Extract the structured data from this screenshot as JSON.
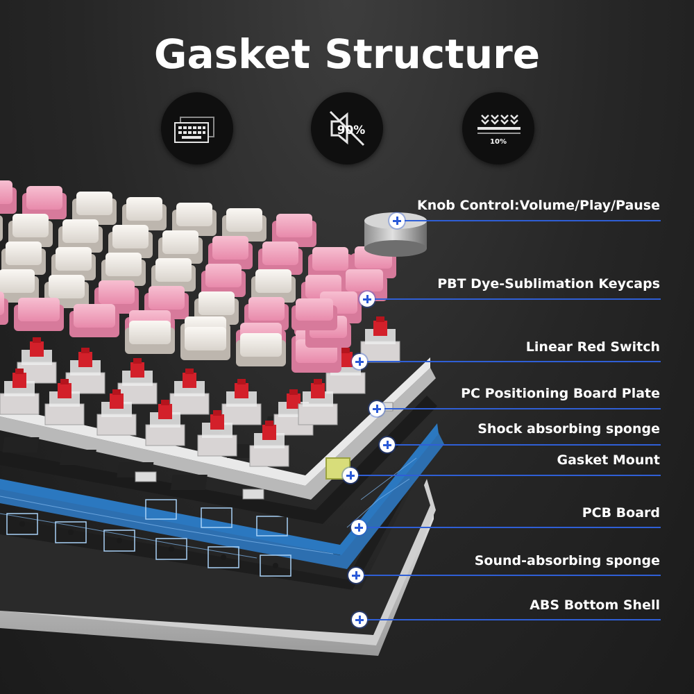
{
  "header": {
    "title": "Gasket Structure"
  },
  "features": [
    {
      "icon": "keyboard-window-icon"
    },
    {
      "icon": "muted-speaker-percent-icon",
      "text": "90%"
    },
    {
      "icon": "layers-pressure-icon",
      "text": "10%"
    }
  ],
  "layers": [
    {
      "label": "Knob Control:Volume/Play/Pause"
    },
    {
      "label": "PBT Dye-Sublimation Keycaps"
    },
    {
      "label": "Linear Red Switch"
    },
    {
      "label": "PC Positioning Board Plate"
    },
    {
      "label": "Shock absorbing sponge"
    },
    {
      "label": "Gasket Mount"
    },
    {
      "label": "PCB Board"
    },
    {
      "label": "Sound-absorbing sponge"
    },
    {
      "label": "ABS Bottom Shell"
    }
  ],
  "colors": {
    "accent": "#2f5fd6",
    "keycap_pink": "#f0a6c0",
    "keycap_white": "#efeae4",
    "switch_red": "#d3202a",
    "pcb_blue": "#2b6fb2"
  }
}
